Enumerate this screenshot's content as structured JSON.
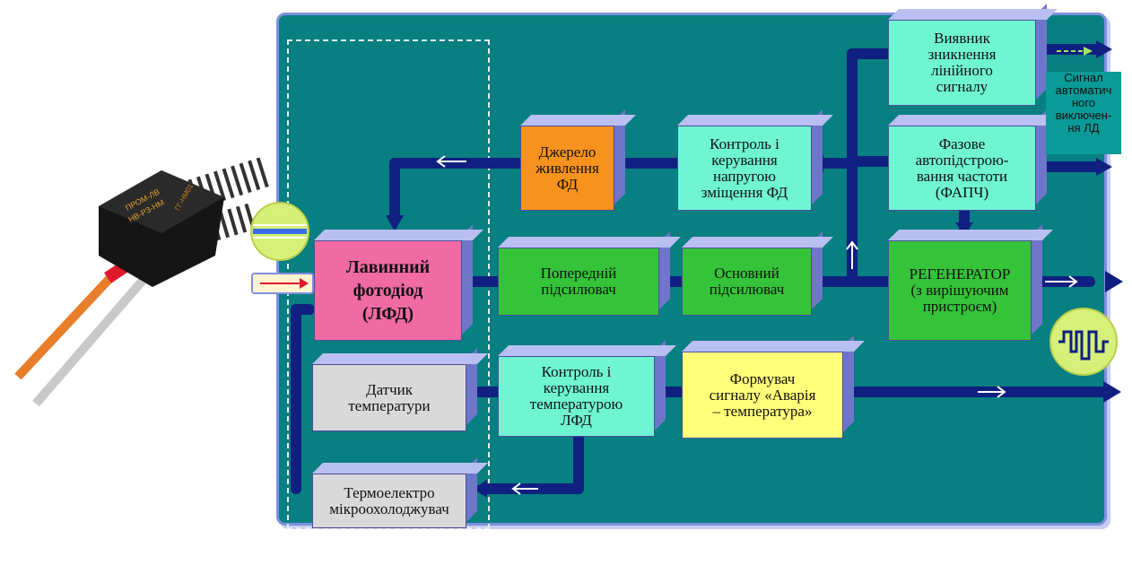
{
  "colors": {
    "panel": "#087f80",
    "bus": "#102080",
    "green": "#35c33a",
    "cyan": "#6ff5d2",
    "orange": "#f7921e",
    "pink": "#f06aa3",
    "gray": "#d9d9d9",
    "yellow": "#ffff7a"
  },
  "blocks": {
    "detector": "Виявник\nзникнення\nлінійного\nсигналу",
    "pll": "Фазове\nавтопідстрою-\nвання  частоти\n(ФАПЧ)",
    "power": "Джерело\nживлення\nФД",
    "bias": "Контроль і\nкерування\nнапругою\nзміщення  ФД",
    "apd": "Лавинний\nфотодіод\n(ЛФД)",
    "preamp": "Попередній\nпідсилювач",
    "mainamp": "Основний\nпідсилювач",
    "regen": "РЕГЕНЕРАТОР\n(з вирішуючим\nпристроєм)",
    "tsensor": "Датчик\nтемператури",
    "tctrl": "Контроль і\nкерування\nтемпературою\nЛФД",
    "alarm": "Формувач\nсигналу  «Аварія\n– температура»",
    "cooler": "Термоелектро\nмікроохолоджувач"
  },
  "side_label": "Сигнал\nавтоматич\nного\nвиключен-\nня ЛД",
  "chip_marks": [
    "ПРОМ-ЛВ",
    "НВ-РЗ-НМ",
    "ГГ-НМ01"
  ]
}
